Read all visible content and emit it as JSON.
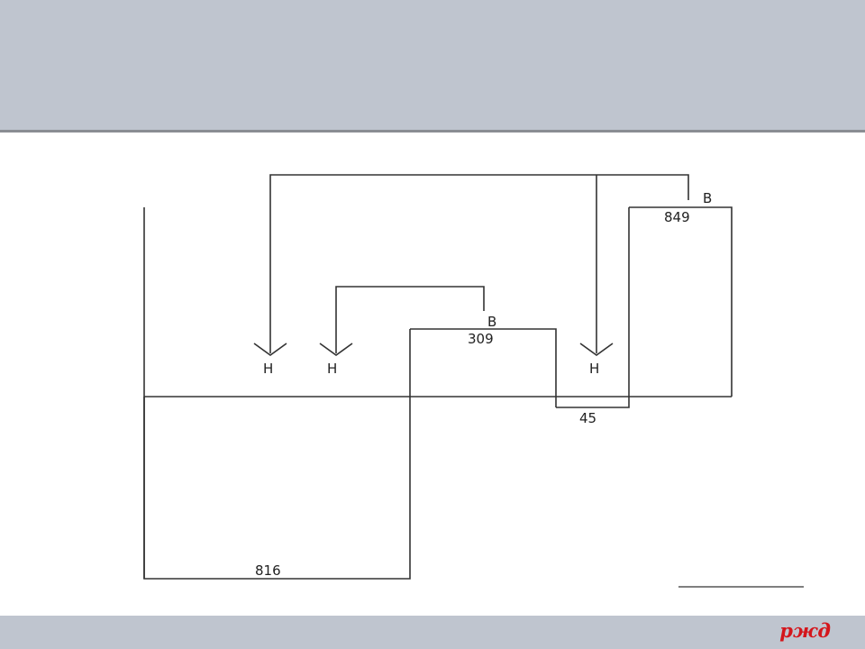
{
  "slide": {
    "logo_text": "ржд"
  },
  "diagram": {
    "pairs": [
      {
        "outflow_label": "В",
        "value": "849",
        "inflow_label": "Н"
      },
      {
        "outflow_label": "В",
        "value": "309",
        "inflow_label": "Н"
      }
    ],
    "extra_inflow_label": "Н",
    "bottom_value": "816",
    "gap_value": "45"
  }
}
